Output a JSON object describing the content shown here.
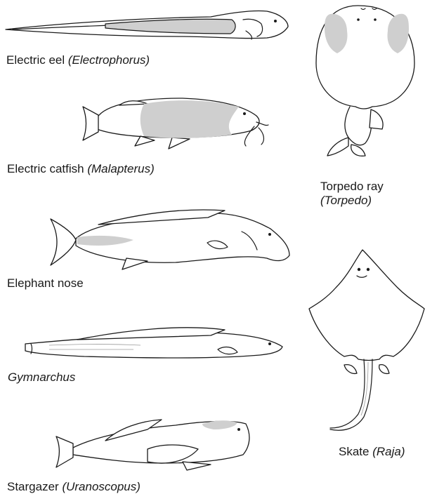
{
  "colors": {
    "outline": "#1a1a1a",
    "electric_organ": "#cfcfcf",
    "background": "#ffffff"
  },
  "fish": [
    {
      "id": "electric-eel",
      "name": "Electric eel",
      "genus": "(Electrophorus)"
    },
    {
      "id": "electric-catfish",
      "name": "Electric catfish",
      "genus": "(Malapterus)"
    },
    {
      "id": "elephant-nose",
      "name": "Elephant nose",
      "genus": ""
    },
    {
      "id": "gymnarchus",
      "name": "",
      "genus": "Gymnarchus"
    },
    {
      "id": "stargazer",
      "name": "Stargazer",
      "genus": "(Uranoscopus)"
    },
    {
      "id": "torpedo-ray",
      "name": "Torpedo ray",
      "genus": "(Torpedo)"
    },
    {
      "id": "skate",
      "name": "Skate",
      "genus": "(Raja)"
    }
  ]
}
